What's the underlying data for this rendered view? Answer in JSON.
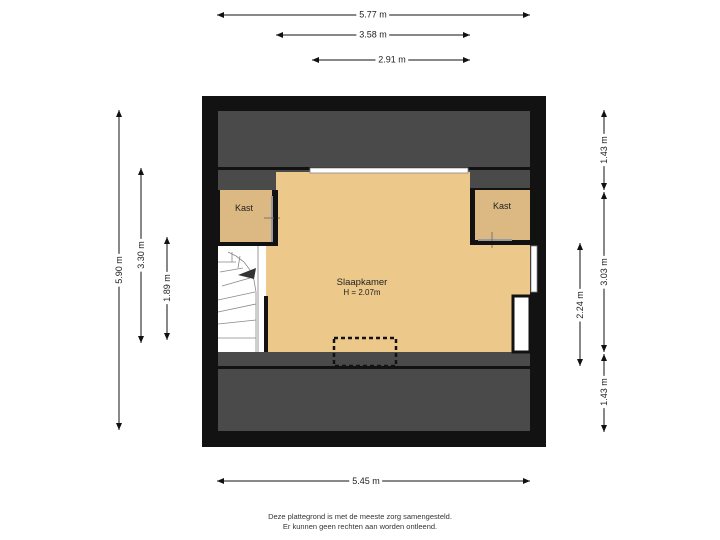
{
  "rooms": {
    "main": {
      "name": "Slaapkamer",
      "height": "H = 2.07m"
    },
    "closet_left": {
      "name": "Kast"
    },
    "closet_right": {
      "name": "Kast"
    }
  },
  "dimensions": {
    "top_1": "5.77 m",
    "top_2": "3.58 m",
    "top_3": "2.91 m",
    "left_1": "5.90 m",
    "left_2": "3.30 m",
    "left_3": "1.89 m",
    "right_top": "1.43 m",
    "right_mid": "3.03 m",
    "right_inner": "2.24 m",
    "right_bottom": "1.43 m",
    "bottom": "5.45 m"
  },
  "footer": {
    "line1": "Deze plattegrond is met de meeste zorg samengesteld.",
    "line2": "Er kunnen geen rechten aan worden ontleend."
  },
  "colors": {
    "wall": "#121212",
    "roof_zone": "#4a4a4a",
    "floor": "#ecc88a",
    "closet": "#dcb882",
    "stair": "#ffffff"
  }
}
